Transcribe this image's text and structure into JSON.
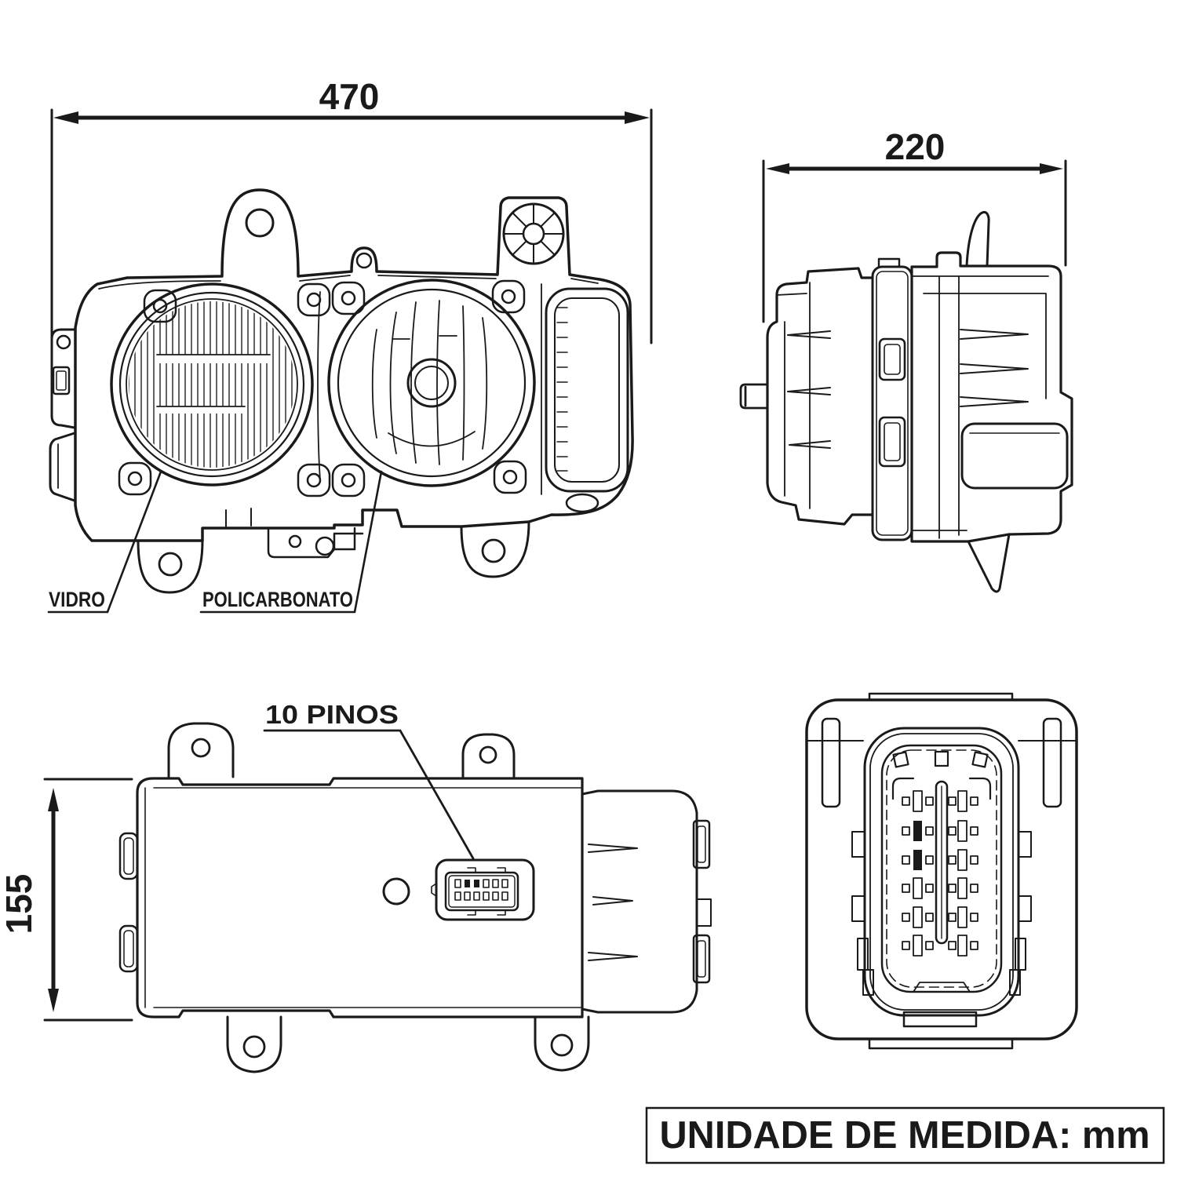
{
  "page": {
    "background_color": "#ffffff",
    "line_color": "#1a1a1a",
    "type_note": "technical drawing, headlamp, 4 views"
  },
  "views": {
    "front": {
      "dim_width": "470",
      "labels": {
        "glass": "VIDRO",
        "polycarbonate": "POLICARBONATO"
      }
    },
    "side": {
      "dim_depth": "220"
    },
    "top": {
      "dim_height": "155",
      "connector_label": "10 PINOS"
    },
    "connector_detail": {}
  },
  "footer": {
    "unit_note": "UNIDADE DE MEDIDA: mm"
  }
}
